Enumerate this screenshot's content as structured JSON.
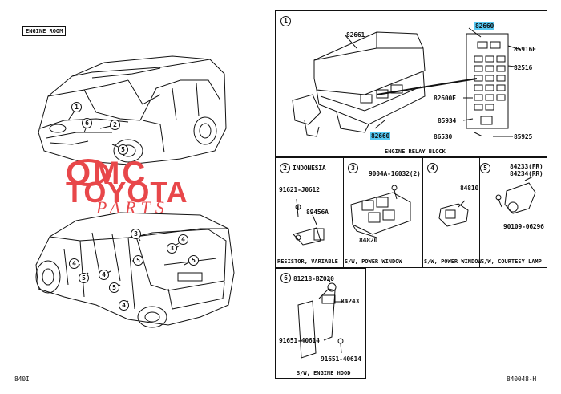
{
  "tag": "ENGINE ROOM",
  "footer_left": "840I",
  "footer_right": "840048-H",
  "watermark": {
    "line1": "OMC",
    "line2": "TOYOTA",
    "line3": "PARTS"
  },
  "panel1": {
    "number": "1",
    "parts": {
      "p82661": "82661",
      "p82660_top": "82660",
      "p85916f": "85916F",
      "p82516": "82516",
      "p82600f": "82600F",
      "p85934": "85934",
      "p86530": "86530",
      "p85925": "85925",
      "p82660_bottom": "82660"
    },
    "caption": "ENGINE RELAY BLOCK"
  },
  "panel2": {
    "number": "2",
    "note": "INDONESIA",
    "parts": [
      "91621-J0612",
      "89456A"
    ],
    "caption": "RESISTOR, VARIABLE"
  },
  "panel3": {
    "number": "3",
    "parts": [
      "9004A-16032(2)",
      "84820"
    ],
    "caption": "S/W, POWER WINDOW"
  },
  "panel4": {
    "number": "4",
    "parts": [
      "84810"
    ],
    "caption": "S/W, POWER WINDOW"
  },
  "panel5": {
    "number": "5",
    "parts": [
      "84233(FR)",
      "84234(RR)",
      "90109-06296"
    ],
    "caption": "S/W, COURTESY LAMP"
  },
  "panel6": {
    "number": "6",
    "parts": [
      "81218-BZ020",
      "84243",
      "91651-40614",
      "91651-40614"
    ],
    "caption": "S/W, ENGINE HOOD"
  },
  "car_callouts_front": [
    "1",
    "2",
    "6",
    "5"
  ],
  "car_callouts_rear": [
    "3",
    "4",
    "5",
    "4",
    "5",
    "4",
    "5",
    "3",
    "5",
    "4"
  ]
}
